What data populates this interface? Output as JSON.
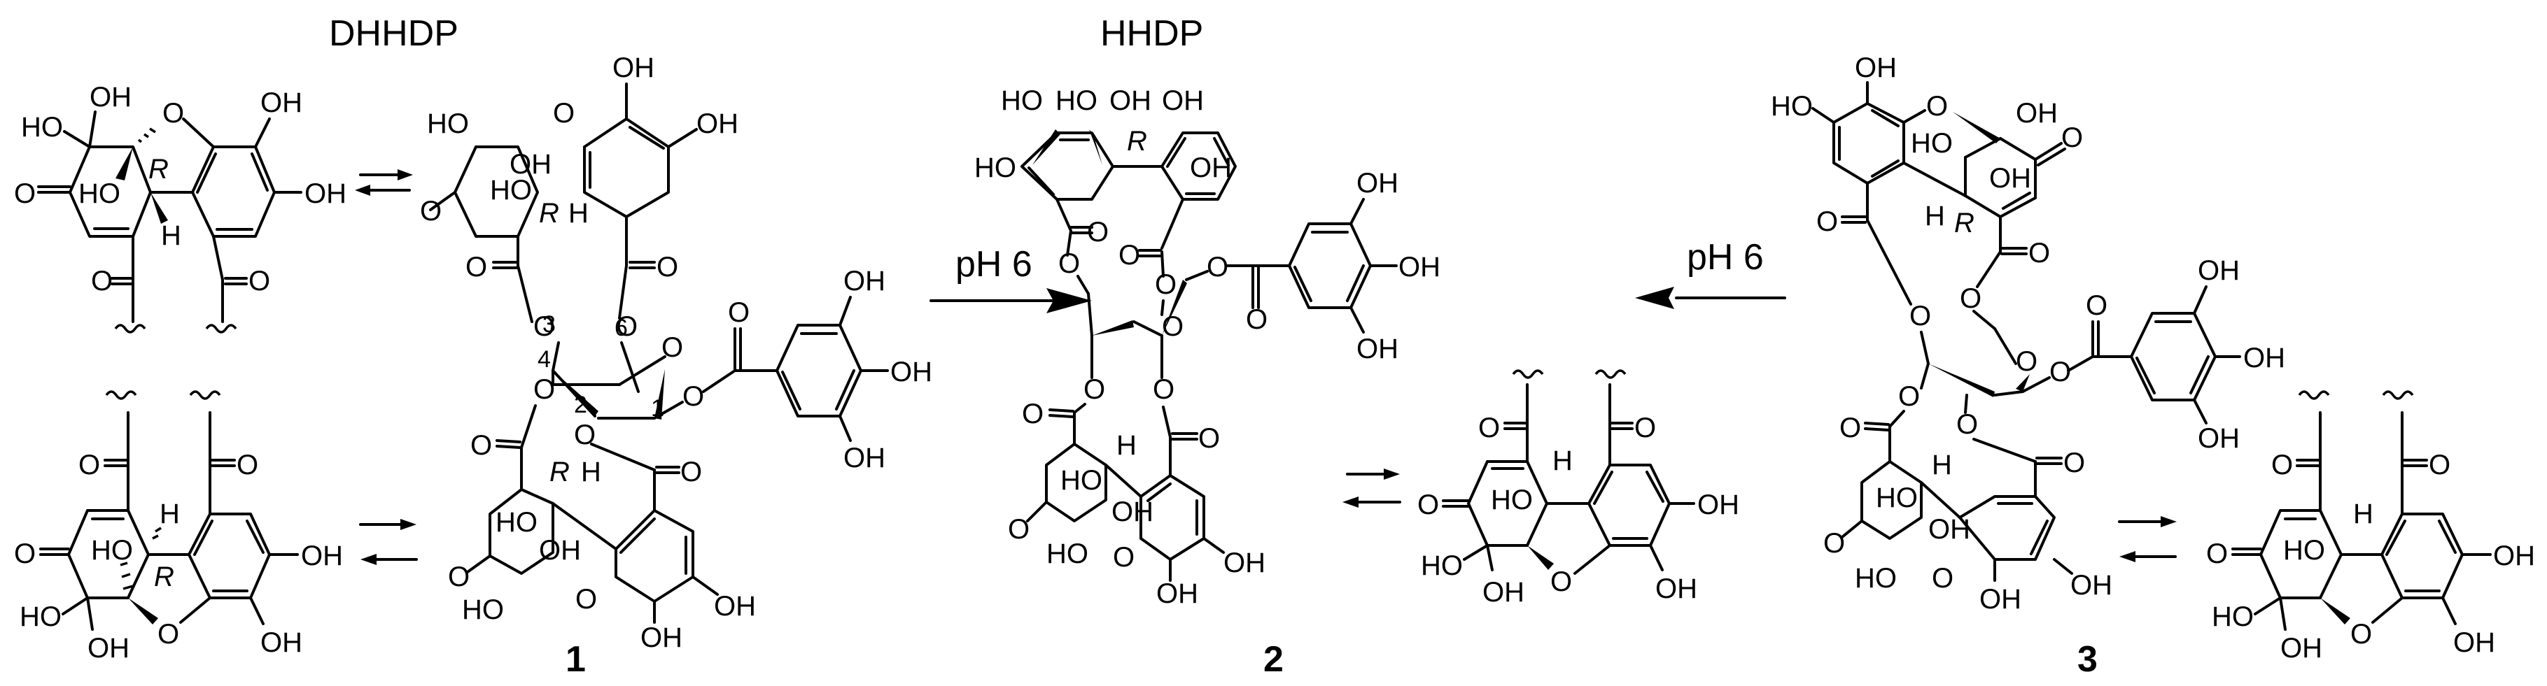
{
  "scheme": {
    "titles": {
      "left": "DHHDP",
      "middle": "HHDP"
    },
    "conditions": {
      "forward_left": "pH 6",
      "forward_right": "pH 6"
    },
    "compounds": [
      {
        "id": "1",
        "label": "1"
      },
      {
        "id": "2",
        "label": "2"
      },
      {
        "id": "3",
        "label": "3"
      }
    ],
    "stereo_descriptor": "R",
    "hydrogen": "H",
    "groups": {
      "oh": "OH",
      "ho": "HO",
      "o": "O"
    },
    "glucose_locants": [
      "1",
      "2",
      "3",
      "4",
      "6"
    ],
    "colors": {
      "ink": "#000000",
      "background": "#ffffff"
    }
  }
}
